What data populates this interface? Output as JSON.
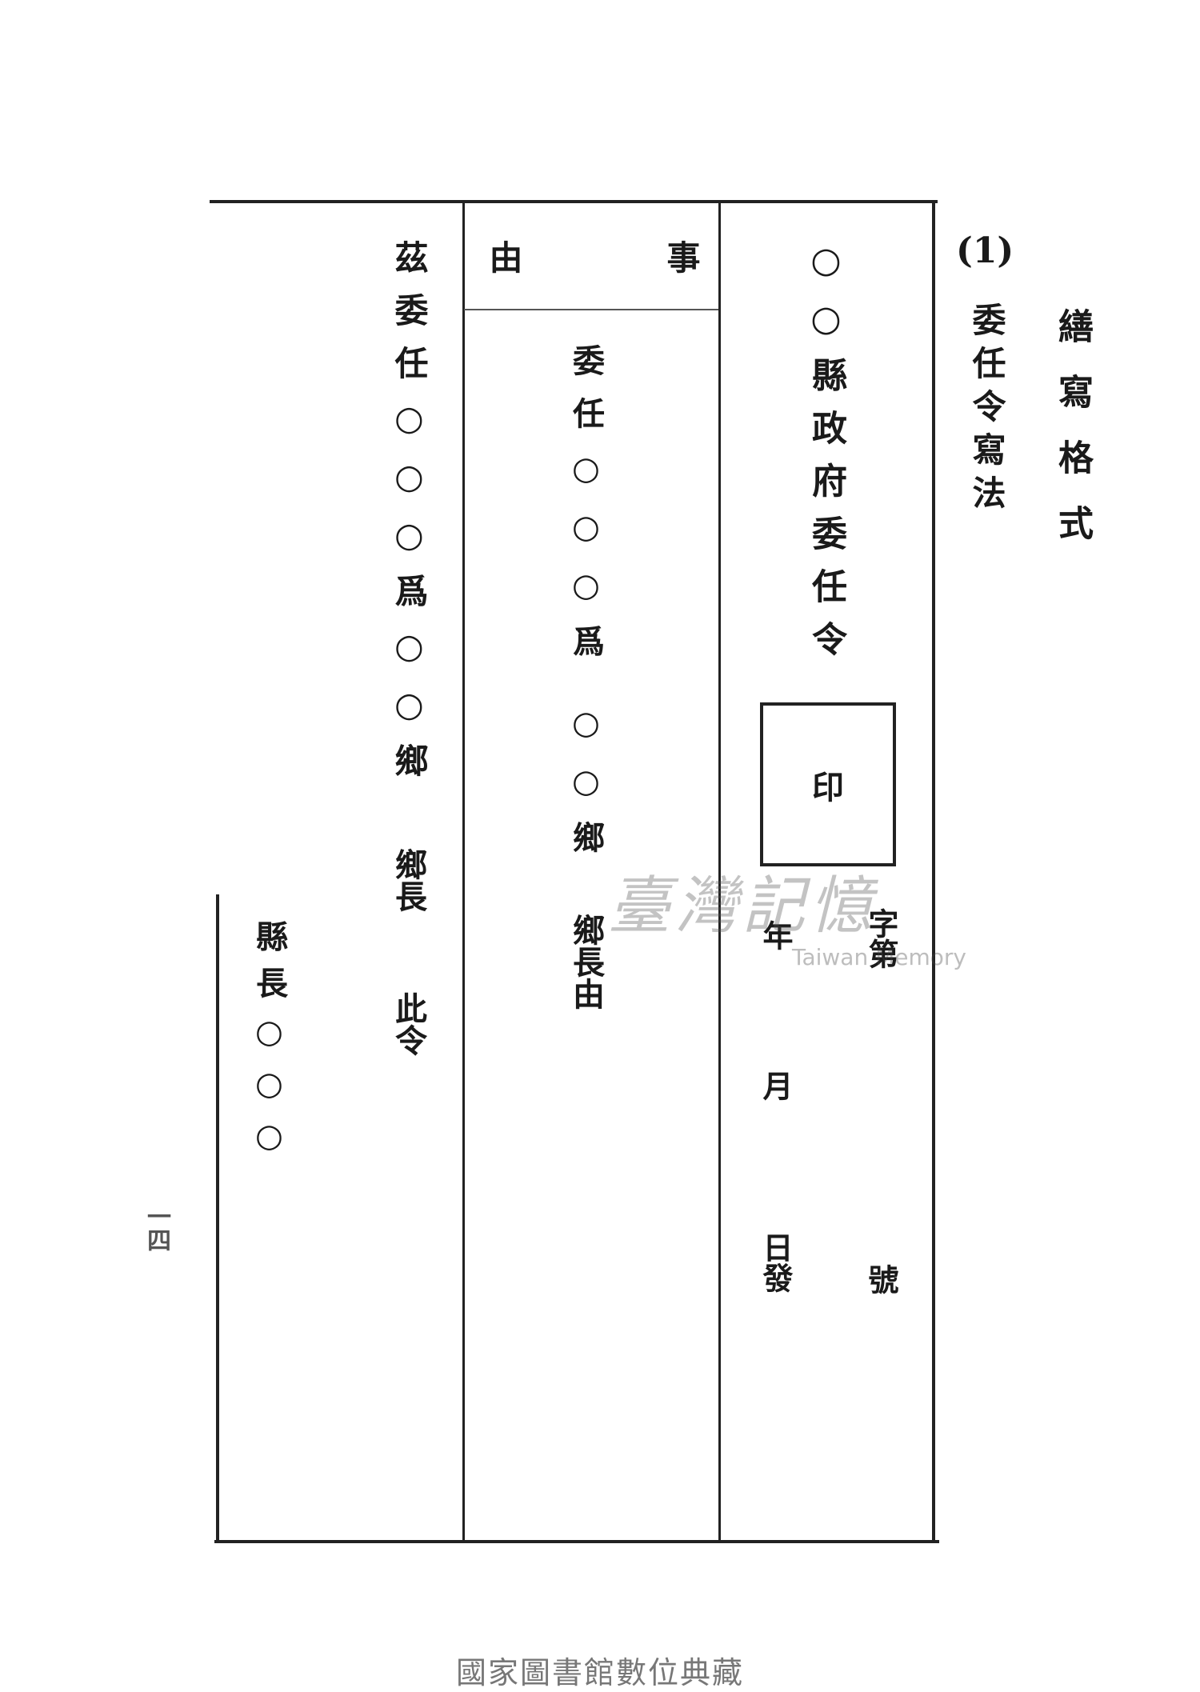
{
  "heading": {
    "main": "繕寫格式",
    "number": "(1)",
    "sub": "委任令寫法"
  },
  "form": {
    "title": "○○縣政府委任令",
    "seal_label": "印",
    "number_line": [
      "字第",
      "號"
    ],
    "date_line": [
      "年",
      "月",
      "日發"
    ],
    "subject": {
      "header_a": "事",
      "header_b": "由",
      "text_1": "委任○○○爲",
      "text_2": "○○鄉",
      "text_3": "鄉長由"
    },
    "body": {
      "text_1": "茲委任○○○爲○○鄉",
      "text_2": "鄉長",
      "text_3": "此令"
    },
    "signature": "縣長○○○"
  },
  "page_number": "一四",
  "watermark": {
    "chinese": "臺灣記憶",
    "english": "Taiwan Memory"
  },
  "footer": "國家圖書館數位典藏"
}
